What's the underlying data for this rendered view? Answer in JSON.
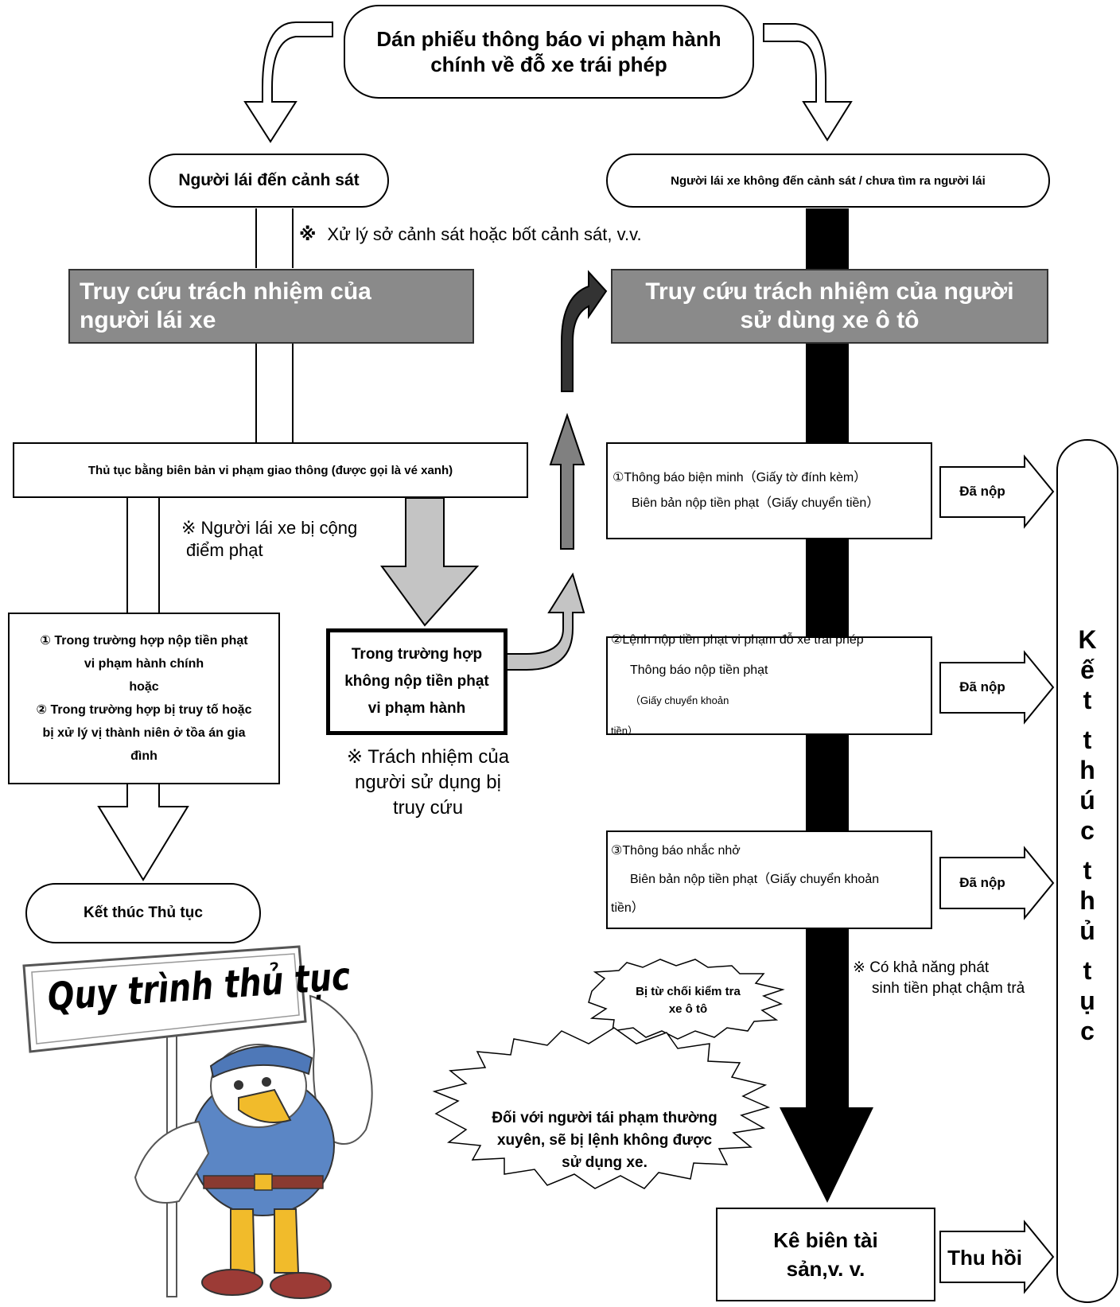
{
  "top_box": {
    "line1": "Dán phiếu thông báo vi phạm hành",
    "line2": "chính về đỗ xe trái phép"
  },
  "left_branch": {
    "driver_to_police": "Người lái đến cảnh sát",
    "note_station": "Xử lý sở cảnh sát hoặc bốt cảnh sát, v.v.",
    "note_mark": "※",
    "driver_liability": {
      "line1": "Truy cứu trách nhiệm của",
      "line2": "người lái xe"
    },
    "blue_ticket": "Thủ tục bằng biên bản vi phạm giao thông (được gọi là vé xanh)",
    "points_note": {
      "line1": "※ Người lái xe bị cộng",
      "line2": "điểm phạt"
    },
    "case_box": {
      "line1": "① Trong trường hợp nộp tiền phạt",
      "line2": "vi phạm hành chính",
      "line3": "hoặc",
      "line4": "② Trong trường hợp bị truy tố hoặc",
      "line5": "bị xử lý vị thành niên ở tồa án gia",
      "line6": "đình"
    },
    "end_procedure": "Kết thúc Thủ tục"
  },
  "middle": {
    "not_paid_box": {
      "line1": "Trong trường hợp",
      "line2": "không nộp tiền phạt",
      "line3": "vi phạm hành"
    },
    "user_liability_note": {
      "line1": "※ Trách nhiệm của",
      "line2": "người sử dụng bị",
      "line3": "truy cứu"
    }
  },
  "right_branch": {
    "driver_not_to_police": "Người lái xe không đến cảnh sát / chưa tìm ra người lái",
    "user_liability": {
      "line1": "Truy cứu trách nhiệm của người",
      "line2": "sử dùng xe ô tô"
    },
    "step1": {
      "line1": "①Thông báo biện minh（Giấy tờ đính kèm）",
      "line2": "Biên bản nộp tiền phạt（Giấy chuyển tiền）"
    },
    "step2": {
      "line1": "②Lệnh nộp tiền phạt vi phạm đỗ xe trái phép",
      "line2a": "Thông báo nộp tiền phạt",
      "line2b": "（Giấy chuyển khoản",
      "line3": "tiền）"
    },
    "step3": {
      "line1": "③Thông báo nhắc nhở",
      "line2": "Biên bản nộp tiền phạt（Giấy chuyển khoản",
      "line3": "tiền）"
    },
    "paid_label": "Đã nộp",
    "late_fee_note": {
      "line1": "※ Có khả năng phát",
      "line2": "sinh tiền phạt chậm trả"
    },
    "inspection_refused": {
      "line1": "Bị từ chối kiểm tra",
      "line2": "xe ô tô"
    },
    "repeat_offender": {
      "line1": "Đối với người tái phạm thường",
      "line2": "xuyên, sẽ bị lệnh không được",
      "line3": "sử dụng xe."
    },
    "seizure": {
      "line1": "Kê biên tài",
      "line2": "sản,v. v."
    },
    "collection": "Thu hồi",
    "end_vertical": [
      "K",
      "ế",
      "t",
      "",
      "t",
      "h",
      "ú",
      "c",
      "",
      "t",
      "h",
      "ủ",
      "",
      "t",
      "ụ",
      "c"
    ]
  },
  "mascot_sign": "Quy trình thủ tục"
}
